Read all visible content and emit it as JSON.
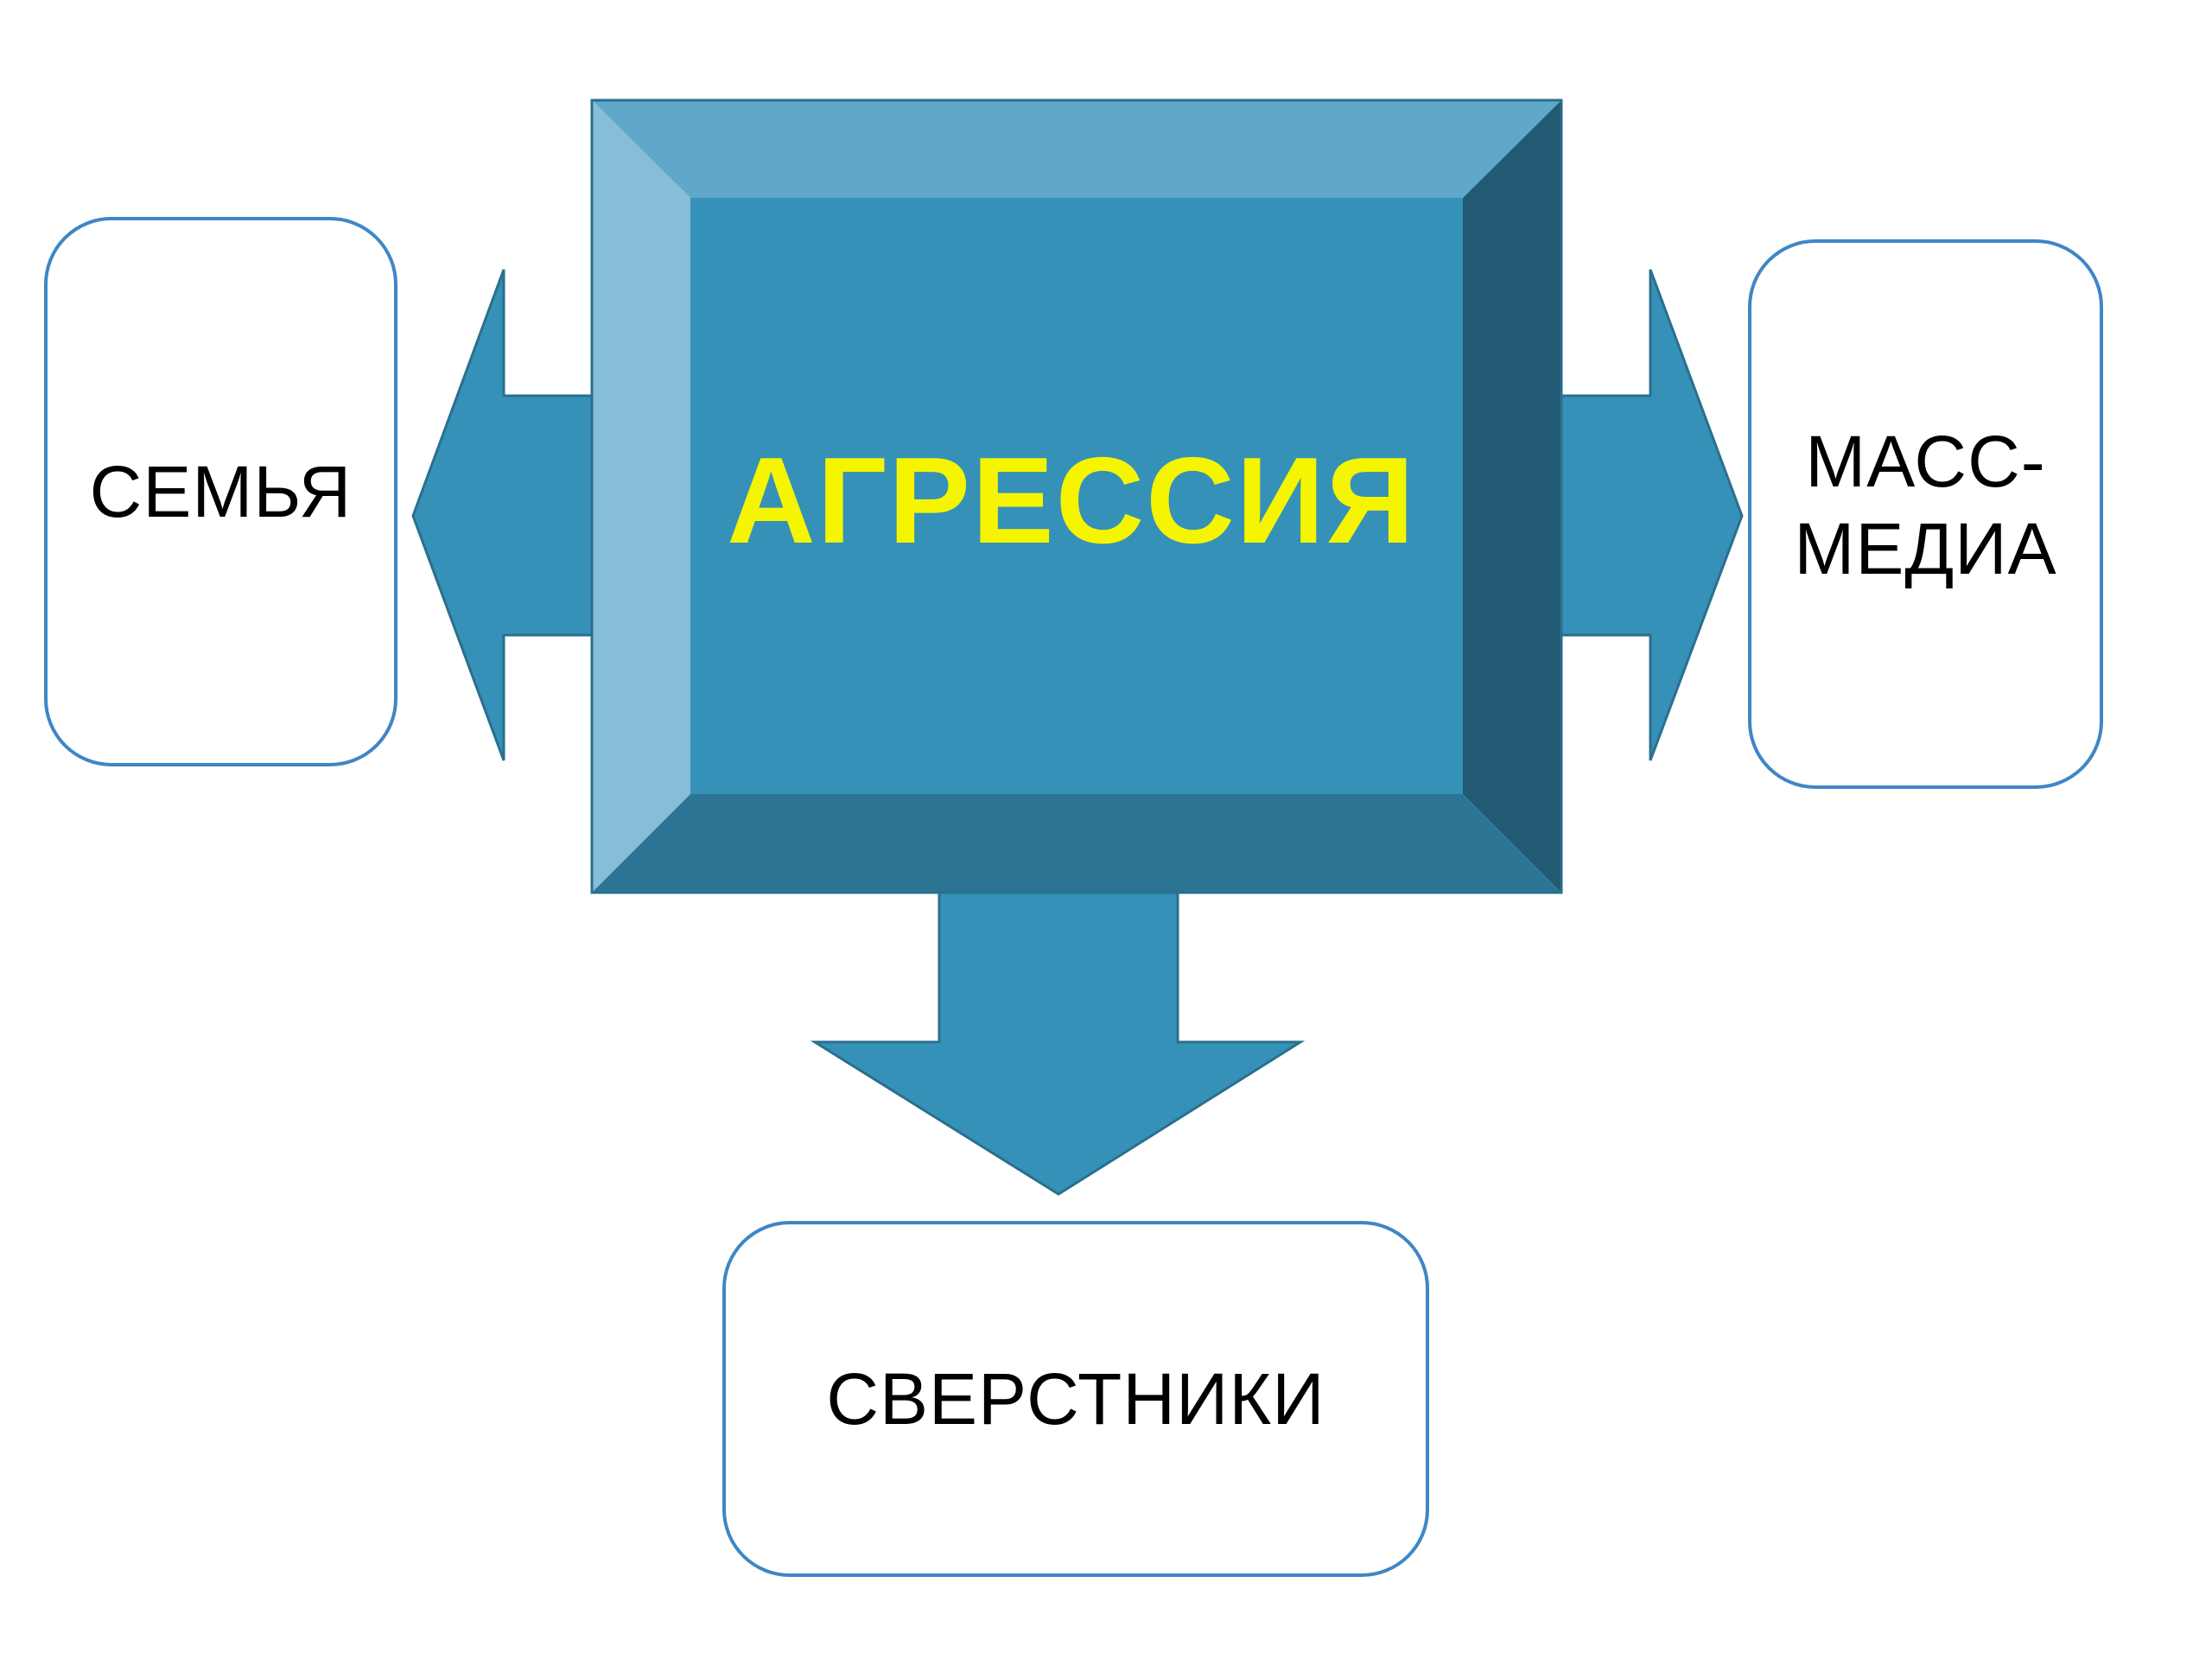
{
  "center": {
    "label": "АГРЕССИЯ",
    "label_color": "#f5f500"
  },
  "nodes": {
    "family": {
      "label": "СЕМЬЯ"
    },
    "media": {
      "line1": "МАСС-",
      "line2": "МЕДИА"
    },
    "peers": {
      "label": "СВЕРСТНИКИ"
    }
  },
  "colors": {
    "face": "#3591b8",
    "bevel_top": "#5fa8c9",
    "bevel_left": "#86bdd8",
    "bevel_right": "#215a72",
    "bevel_bottom": "#2c7494",
    "arrow": "#3591b8",
    "arrow_stroke": "#2a6f8e",
    "node_border": "#3e86c6"
  }
}
